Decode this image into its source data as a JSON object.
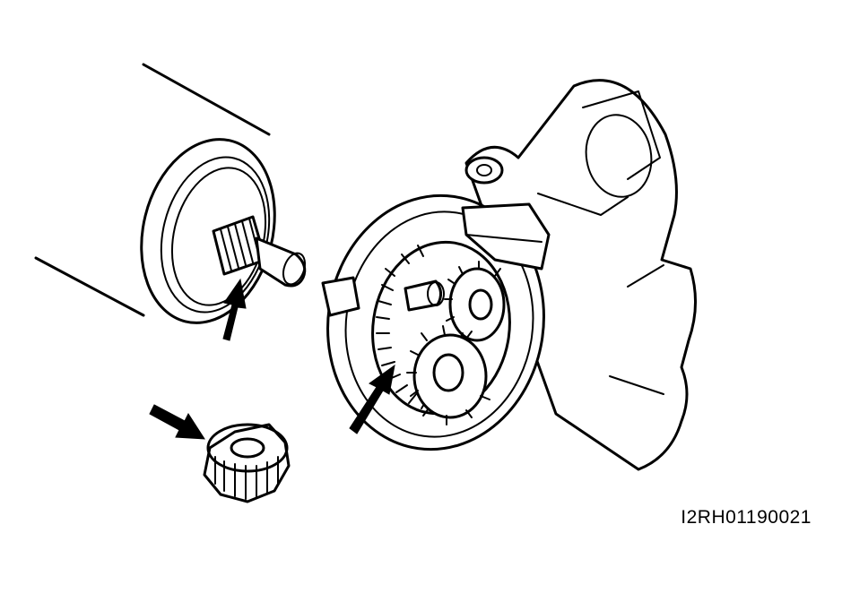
{
  "figure": {
    "code": "I2RH01190021",
    "parts": {
      "motor_armature": "motor-armature",
      "planetary_gear_housing": "planetary-gear-housing",
      "pinion_gear": "pinion-gear"
    },
    "arrows": [
      "arrow-armature-shaft",
      "arrow-pinion-gear",
      "arrow-internal-gear"
    ]
  }
}
